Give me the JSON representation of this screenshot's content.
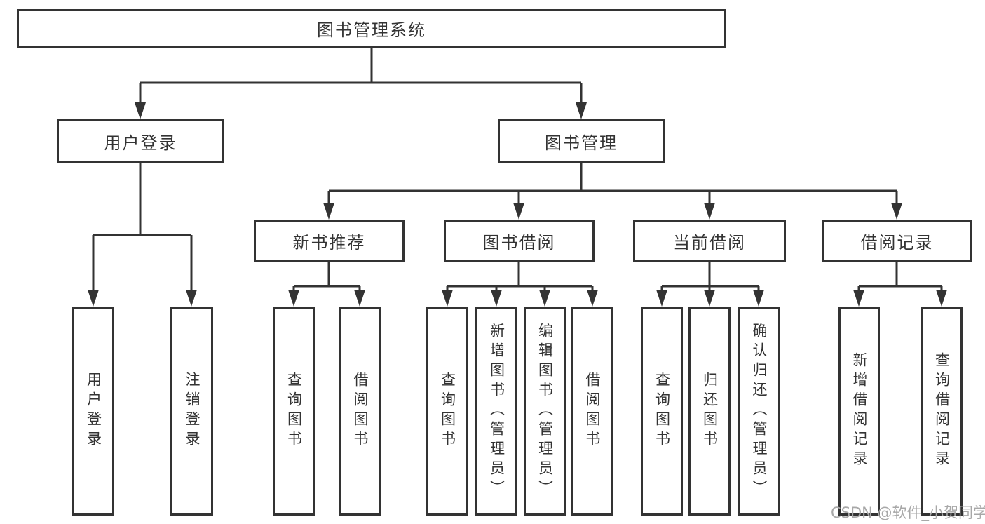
{
  "diagram": {
    "root": {
      "label": "图书管理系统"
    },
    "level2": [
      {
        "label": "用户登录"
      },
      {
        "label": "图书管理"
      }
    ],
    "level3": [
      {
        "label": "新书推荐",
        "parent": "图书管理"
      },
      {
        "label": "图书借阅",
        "parent": "图书管理"
      },
      {
        "label": "当前借阅",
        "parent": "图书管理"
      },
      {
        "label": "借阅记录",
        "parent": "图书管理"
      }
    ],
    "leaves": [
      {
        "label": "用户登录",
        "parent": "用户登录"
      },
      {
        "label": "注销登录",
        "parent": "用户登录"
      },
      {
        "label": "查询图书",
        "parent": "新书推荐"
      },
      {
        "label": "借阅图书",
        "parent": "新书推荐"
      },
      {
        "label": "查询图书",
        "parent": "图书借阅"
      },
      {
        "label": "新增图书（管理员）",
        "parent": "图书借阅"
      },
      {
        "label": "编辑图书（管理员）",
        "parent": "图书借阅"
      },
      {
        "label": "借阅图书",
        "parent": "图书借阅"
      },
      {
        "label": "查询图书",
        "parent": "当前借阅"
      },
      {
        "label": "归还图书",
        "parent": "当前借阅"
      },
      {
        "label": "确认归还（管理员）",
        "parent": "当前借阅"
      },
      {
        "label": "新增借阅记录",
        "parent": "借阅记录"
      },
      {
        "label": "查询借阅记录",
        "parent": "借阅记录"
      }
    ]
  },
  "watermark": {
    "text": "CSDN @软件_小贺同学"
  },
  "colors": {
    "line": "#333333",
    "text": "#333333",
    "watermark": "#a8a8a8",
    "background": "#ffffff"
  }
}
